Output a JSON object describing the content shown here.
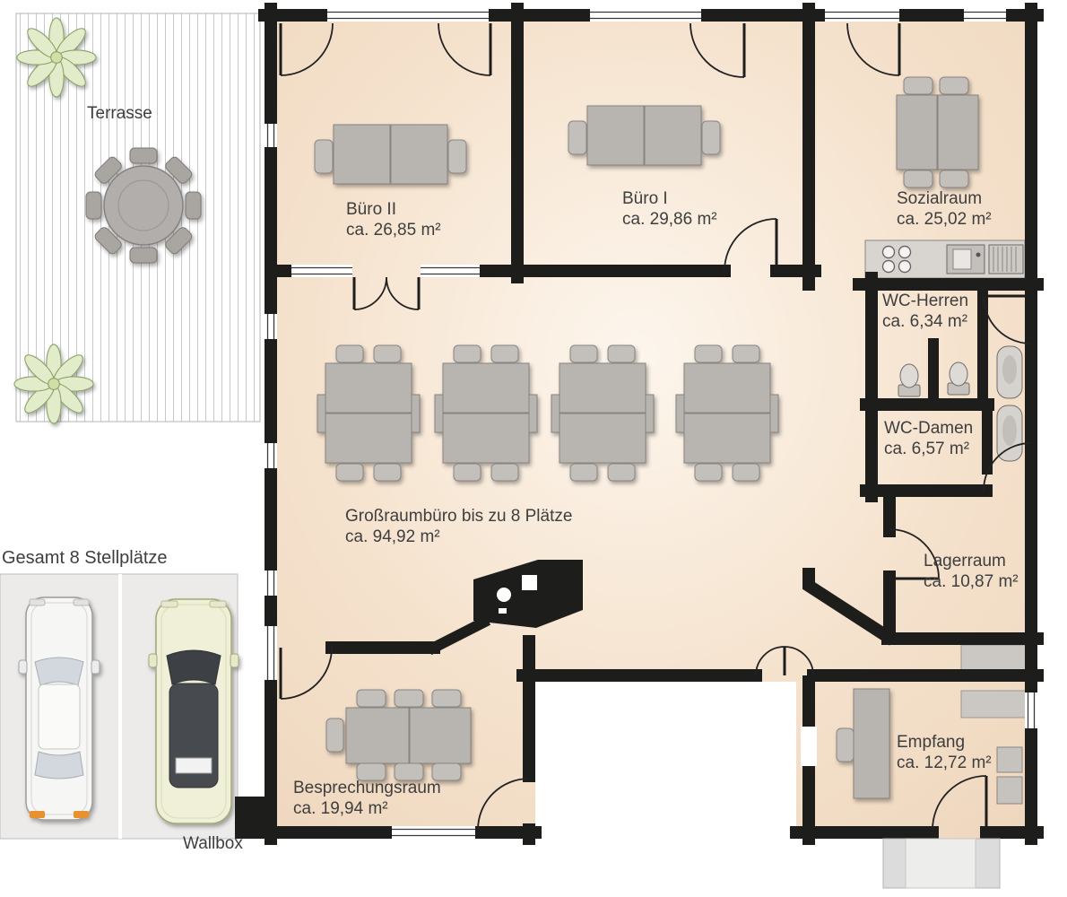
{
  "plan": {
    "outdoor": {
      "terrace_label": "Terrasse",
      "parking_label": "Gesamt 8 Stellplätze",
      "wallbox_label": "Wallbox"
    },
    "rooms": [
      {
        "name": "Büro II",
        "area": "ca. 26,85 m²"
      },
      {
        "name": "Büro I",
        "area": "ca. 29,86 m²"
      },
      {
        "name": "Sozialraum",
        "area": "ca. 25,02 m²"
      },
      {
        "name": "WC-Herren",
        "area": "ca. 6,34 m²"
      },
      {
        "name": "WC-Damen",
        "area": "ca. 6,57 m²"
      },
      {
        "name": "Lagerraum",
        "area": "ca. 10,87 m²"
      },
      {
        "name": "Großraumbüro bis zu 8 Plätze",
        "area": "ca. 94,92 m²"
      },
      {
        "name": "Besprechungsraum",
        "area": "ca. 19,94 m²"
      },
      {
        "name": "Empfang",
        "area": "ca. 12,72 m²"
      }
    ],
    "colors": {
      "wall": "#1d1d1b",
      "room_fill": "#f2dcc6",
      "furniture": "#b8b4b0",
      "accent_orange": "#e8912d",
      "plant_green": "#e3ecca"
    }
  }
}
